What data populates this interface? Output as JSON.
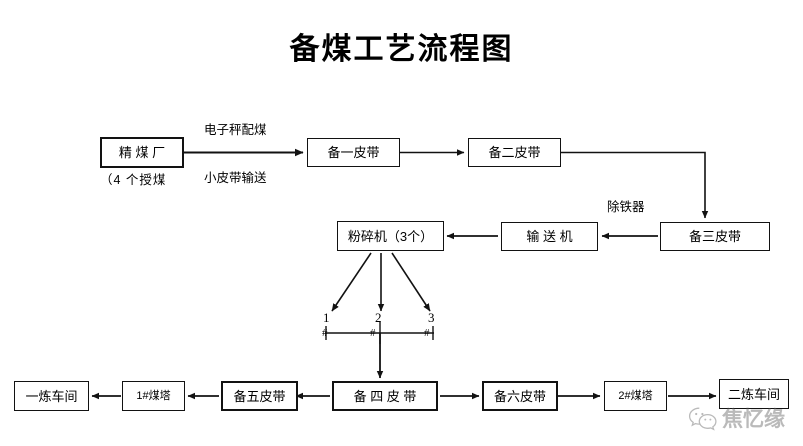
{
  "title": "备煤工艺流程图",
  "nodes": {
    "jingmeichang": "精 煤 厂",
    "beiyi_pidai": "备一皮带",
    "beier_pidai": "备二皮带",
    "beisan_pidai": "备三皮带",
    "shusongji": "输 送 机",
    "fensuiji": "粉碎机（3个）",
    "beisi_pidai": "备 四 皮 带",
    "beiwu_pidai": "备五皮带",
    "beiliu_pidai": "备六皮带",
    "meita_1": "1#煤塔",
    "meita_2": "2#煤塔",
    "lianche_1": "一炼车间",
    "lianche_2": "二炼车间"
  },
  "labels": {
    "shoumei_note": "（4 个授煤",
    "dianzicheng": "电子秤配煤",
    "xiaopidai": "小皮带输送",
    "chutieqi": "除铁器",
    "branch_1": "1",
    "branch_2": "2",
    "branch_3": "3",
    "hash_1": "#",
    "hash_2": "#",
    "hash_3": "#"
  },
  "watermark": {
    "text": "焦忆缘",
    "icon": "wechat-icon"
  },
  "colors": {
    "line": "#121212",
    "text": "#000000",
    "background": "#ffffff",
    "watermark": "#5c5c5c"
  }
}
